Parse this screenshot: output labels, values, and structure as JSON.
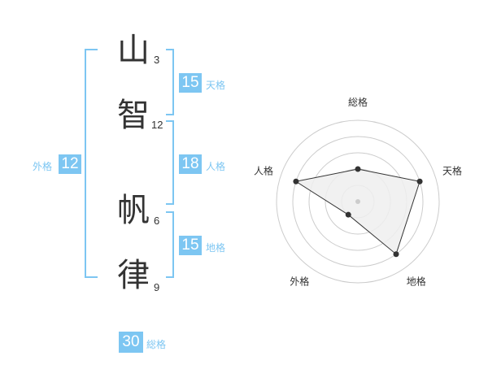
{
  "name_chars": [
    {
      "char": "山",
      "strokes": "3"
    },
    {
      "char": "智",
      "strokes": "12"
    },
    {
      "char": "帆",
      "strokes": "6"
    },
    {
      "char": "律",
      "strokes": "9"
    }
  ],
  "fortune": {
    "tenkaku": {
      "value": "15",
      "label": "天格"
    },
    "jinkaku": {
      "value": "18",
      "label": "人格"
    },
    "chikaku": {
      "value": "15",
      "label": "地格"
    },
    "gaikaku": {
      "value": "12",
      "label": "外格"
    },
    "soukaku": {
      "value": "30",
      "label": "総格"
    }
  },
  "chart_data": {
    "type": "radar",
    "axes": [
      "総格",
      "天格",
      "地格",
      "外格",
      "人格"
    ],
    "values": [
      2,
      4,
      4,
      1,
      4
    ],
    "rmax": 5,
    "rings": 5,
    "colors": {
      "fill": "#efefef",
      "line": "#333333",
      "grid": "#cccccc",
      "accent": "#7dc6f2"
    }
  }
}
